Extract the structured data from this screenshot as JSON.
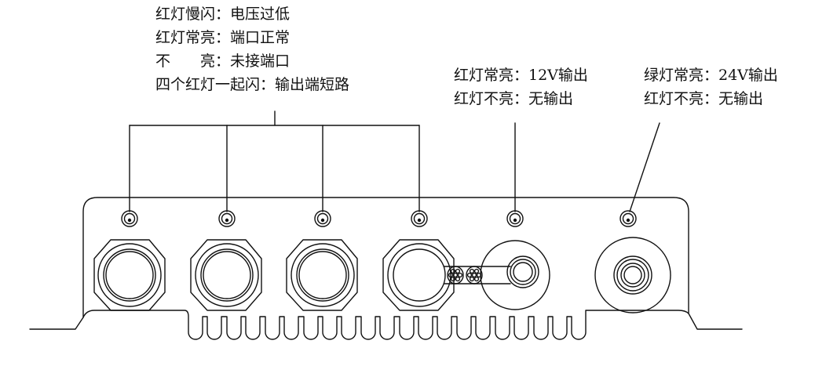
{
  "port_legend": [
    "红灯慢闪：电压过低",
    "红灯常亮：端口正常",
    "不　　亮：未接端口",
    "四个红灯一起闪：输出端短路"
  ],
  "out12_legend": [
    "红灯常亮：12V输出",
    "红灯不亮：无输出"
  ],
  "out24_legend": [
    "绿灯常亮：24V输出",
    "红灯不亮：无输出"
  ]
}
